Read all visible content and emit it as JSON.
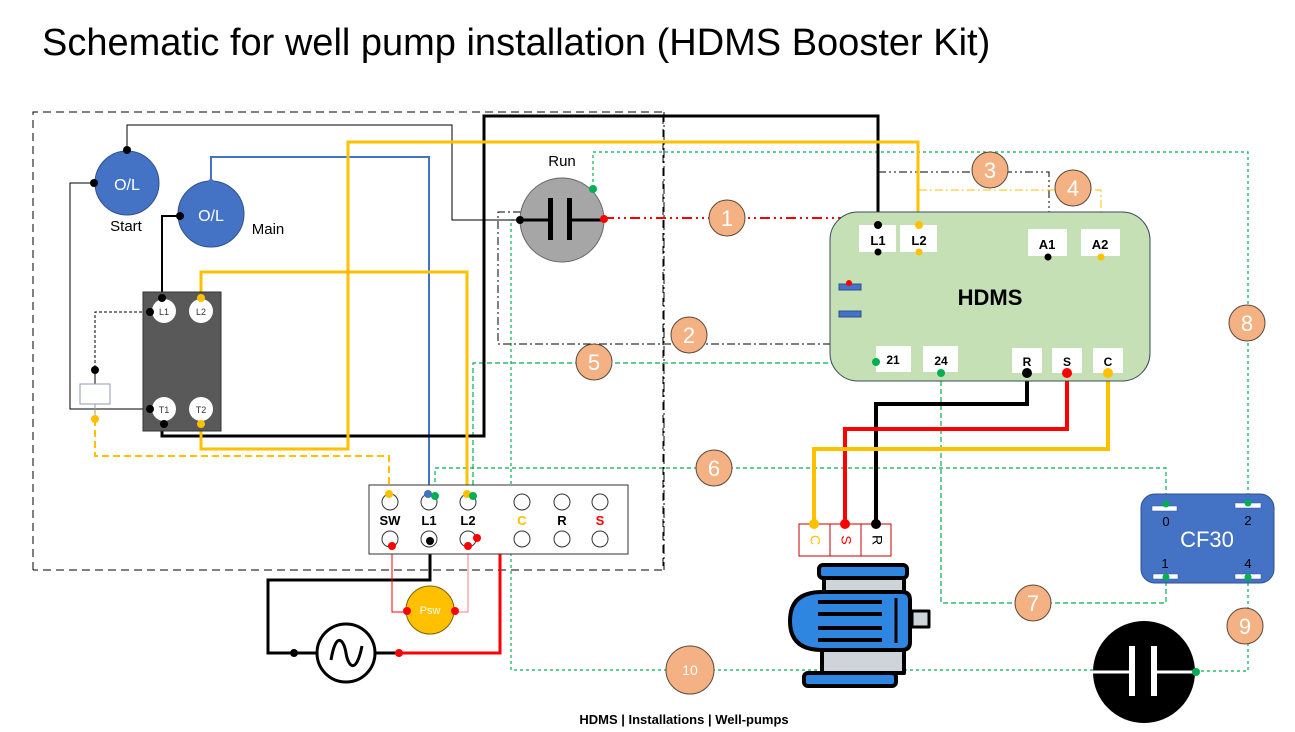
{
  "title": "Schematic for well pump installation (HDMS Booster Kit)",
  "footer": "HDMS | Installations | Well-pumps",
  "colors": {
    "overload_blue": "#4472c4",
    "contactor_gray": "#595959",
    "capacitor_gray": "#a6a6a6",
    "hdms_green": "#c5e0b4",
    "wire_black": "#000000",
    "wire_yellow": "#ffc000",
    "wire_red": "#ff0000",
    "wire_blue": "#4472c4",
    "wire_green_dashed": "#00b050",
    "number_badge": "#f4b183",
    "cf30_blue": "#4472c4",
    "psw_yellow": "#ffc000"
  },
  "components": {
    "overload_start": {
      "label": "O/L",
      "caption": "Start"
    },
    "overload_main": {
      "label": "O/L",
      "caption": "Main"
    },
    "contactor": {
      "terminals": [
        "L1",
        "L2",
        "T1",
        "T2"
      ]
    },
    "run_capacitor": {
      "caption": "Run"
    },
    "hdms": {
      "label": "HDMS",
      "top_terminals": [
        "L1",
        "L2",
        "A1",
        "A2"
      ],
      "bottom_terminals": [
        "21",
        "24",
        "R",
        "S",
        "C"
      ]
    },
    "terminal_block": {
      "labels": [
        {
          "text": "SW",
          "color": "#000000"
        },
        {
          "text": "L1",
          "color": "#000000"
        },
        {
          "text": "L2",
          "color": "#000000"
        },
        {
          "text": "C",
          "color": "#ffc000"
        },
        {
          "text": "R",
          "color": "#000000"
        },
        {
          "text": "S",
          "color": "#ff0000"
        }
      ]
    },
    "pressure_switch": {
      "label": "Psw"
    },
    "motor_terminals": [
      {
        "text": "C",
        "color": "#ffc000"
      },
      {
        "text": "S",
        "color": "#ff0000"
      },
      {
        "text": "R",
        "color": "#000000"
      }
    ],
    "cf30": {
      "label": "CF30",
      "pins": [
        "0",
        "2",
        "1",
        "4"
      ]
    }
  },
  "badges": [
    "1",
    "2",
    "3",
    "4",
    "5",
    "6",
    "7",
    "8",
    "9",
    "10"
  ]
}
